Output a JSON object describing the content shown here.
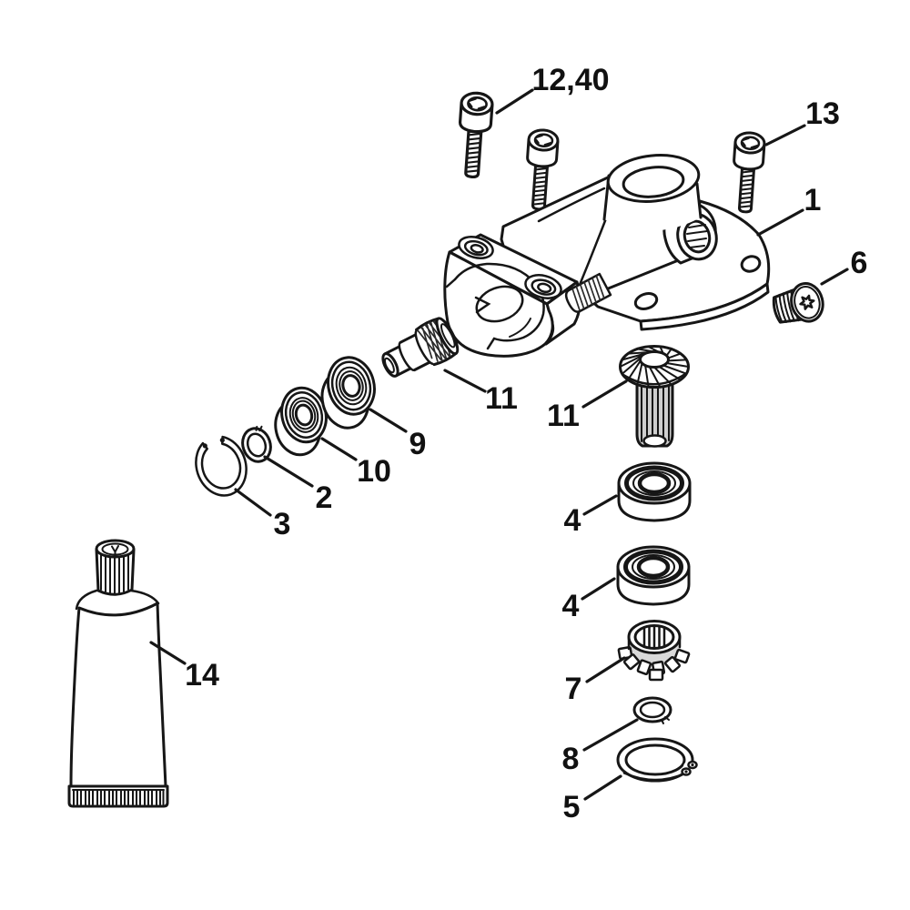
{
  "figure": {
    "kind": "exploded-parts-diagram",
    "subject": "Gear head assembly exploded view",
    "background_color": "#ffffff",
    "ink_color": "#161616"
  },
  "labels": [
    {
      "text": "12,40",
      "part": "cylinder-screws"
    },
    {
      "text": "13",
      "part": "screw"
    },
    {
      "text": "1",
      "part": "gear-head-housing"
    },
    {
      "text": "6",
      "part": "screw-plug"
    },
    {
      "text": "11",
      "part": "pinion-shaft"
    },
    {
      "text": "9",
      "part": "ball-bearing"
    },
    {
      "text": "10",
      "part": "ball-bearing"
    },
    {
      "text": "2",
      "part": "washer"
    },
    {
      "text": "3",
      "part": "snap-ring"
    },
    {
      "text": "11",
      "part": "bevel-gear-shaft"
    },
    {
      "text": "4",
      "part": "ball-bearing"
    },
    {
      "text": "4",
      "part": "ball-bearing"
    },
    {
      "text": "7",
      "part": "splined-gear"
    },
    {
      "text": "8",
      "part": "ring"
    },
    {
      "text": "5",
      "part": "snap-ring-large"
    },
    {
      "text": "14",
      "part": "grease-tube"
    }
  ]
}
